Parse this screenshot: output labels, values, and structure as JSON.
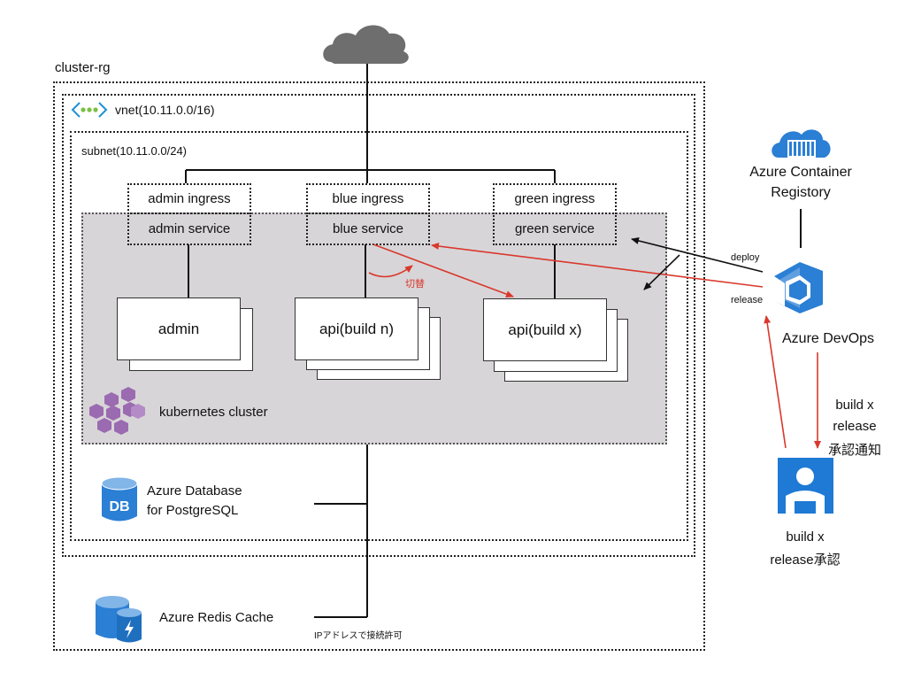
{
  "groups": {
    "resource_group": "cluster-rg",
    "vnet": "vnet(10.11.0.0/16)",
    "subnet": "subnet(10.11.0.0/24)",
    "cluster": "kubernetes cluster"
  },
  "ingress": {
    "admin": "admin ingress",
    "blue": "blue ingress",
    "green": "green ingress"
  },
  "services": {
    "admin": "admin service",
    "blue": "blue service",
    "green": "green service"
  },
  "pods": {
    "admin": "admin",
    "build_n": "api(build n)",
    "build_x": "api(build x)"
  },
  "switch_label": "切替",
  "resources": {
    "postgres_line1": "Azure Database",
    "postgres_line2": "for PostgreSQL",
    "redis": "Azure Redis Cache",
    "ip_note": "IPアドレスで接続許可"
  },
  "right": {
    "acr_line1": "Azure Container",
    "acr_line2": "Registory",
    "deploy": "deploy",
    "release": "release",
    "devops": "Azure DevOps",
    "notify_line1": "build x",
    "notify_line2": "release",
    "notify_line3": "承認通知",
    "approve_line1": "build x",
    "approve_line2": "release承認"
  },
  "icons": {
    "cloud": "cloud-icon",
    "vnet": "vnet-icon",
    "kubernetes": "kubernetes-icon",
    "postgres": "database-icon",
    "redis": "redis-cache-icon",
    "acr": "container-registry-icon",
    "devops": "azure-devops-icon",
    "approver": "approver-icon"
  },
  "colors": {
    "azure_blue": "#1e7ad4",
    "arrow_red": "#d9382c",
    "cluster_gray": "#d8d5d8",
    "k8s_purple": "#9a6bb0"
  }
}
